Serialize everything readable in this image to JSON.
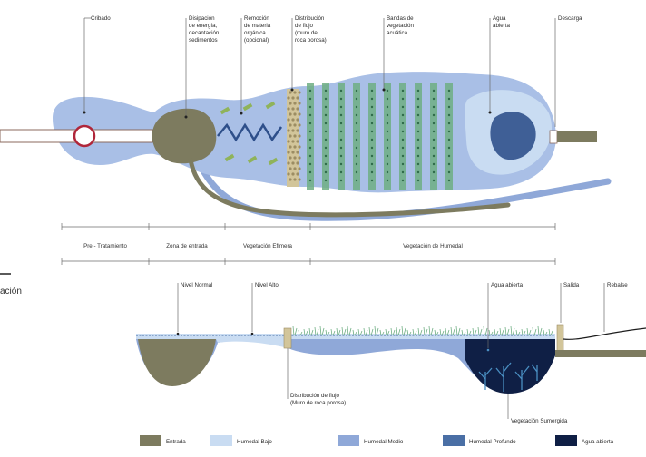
{
  "top_labels": {
    "cribado": "Cribado",
    "disipacion": [
      "Disipación",
      "de energía,",
      "decantación",
      "sedimentos"
    ],
    "remocion": [
      "Remoción",
      "de materia",
      "orgánica",
      "(opcional)"
    ],
    "distribucion": [
      "Distribución",
      "de flujo",
      "(muro de",
      "roca porosa)"
    ],
    "bandas": [
      "Bandas de",
      "vegetación",
      "acuática"
    ],
    "agua_abierta": [
      "Agua",
      "abierta"
    ],
    "descarga": "Descarga"
  },
  "zones": {
    "pretratamiento": "Pre - Tratamiento",
    "entrada": "Zona de entrada",
    "efimera": "Vegetación Efímera",
    "humedal": "Vegetación de Humedal"
  },
  "side_fragment": "ación",
  "section_labels": {
    "nivel_normal": "Nivel Normal",
    "nivel_alto": "Nivel Alto",
    "agua_abierta": "Agua abierta",
    "salida": "Salida",
    "rebalse": "Rebalse",
    "distribucion_flujo": [
      "Distribución de flujo",
      "(Muro de roca porosa)"
    ],
    "vegetacion_sumergida": "Vegetación Sumergida"
  },
  "legend": [
    {
      "label": "Entrada",
      "color": "#7d7b5f"
    },
    {
      "label": "Humedal Bajo",
      "color": "#c9dcf2"
    },
    {
      "label": "Humedal Medio",
      "color": "#8fa8d8"
    },
    {
      "label": "Humedal Profundo",
      "color": "#4a6fa5"
    },
    {
      "label": "Agua abierta",
      "color": "#0f1f45"
    }
  ],
  "colors": {
    "outline": "#8fa8d8",
    "light": "#c9dcf2",
    "mid": "#a9bfe6",
    "entrada": "#7d7b5f",
    "deep": "#4a6fa5",
    "open": "#0f1f45",
    "veg": "#6fae83",
    "pipe": "#7d7b5f"
  }
}
